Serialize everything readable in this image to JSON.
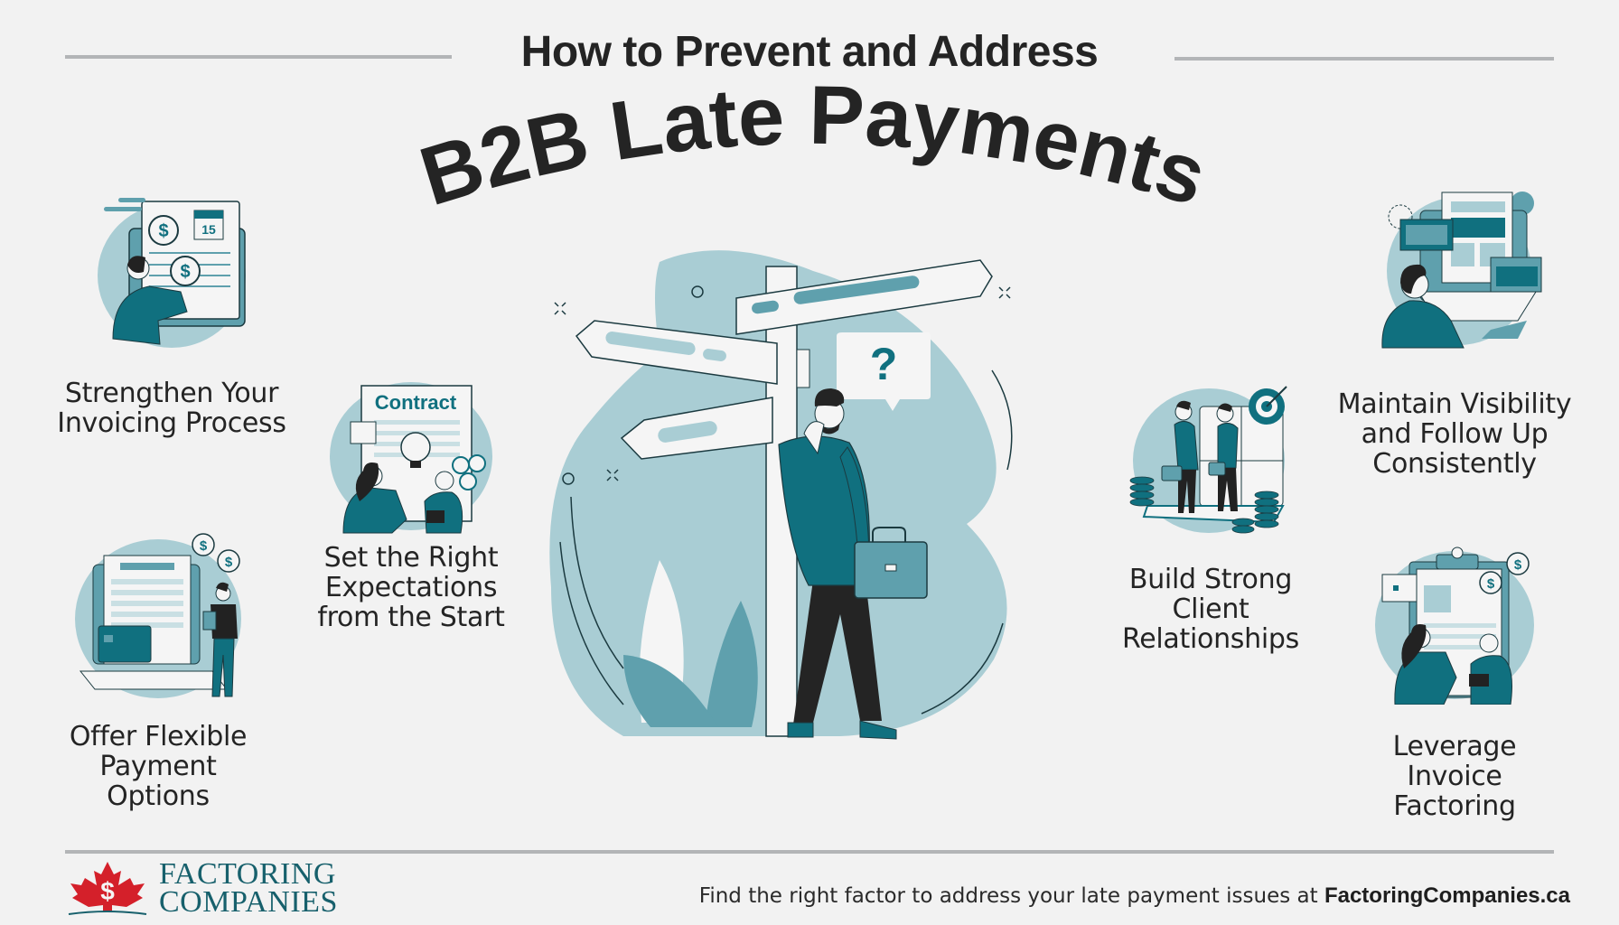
{
  "header": {
    "kicker": "How to Prevent and Address",
    "title": "B2B Late Payments"
  },
  "colors": {
    "background": "#f2f2f2",
    "text": "#242424",
    "teal_dark": "#10707f",
    "teal_mid": "#5fa0ad",
    "teal_light": "#a9cdd4",
    "rule": "#b3b5b7",
    "logo_red": "#d4202a",
    "logo_teal": "#17606c"
  },
  "tips": [
    {
      "id": "invoicing",
      "lines": [
        "Strengthen Your",
        "Invoicing Process"
      ],
      "icon": "invoice-calendar-icon",
      "calendar_day": "15"
    },
    {
      "id": "expectations",
      "lines": [
        "Set the Right",
        "Expectations",
        "from the Start"
      ],
      "icon": "contract-handshake-icon",
      "doc_title": "Contract"
    },
    {
      "id": "flexible",
      "lines": [
        "Offer Flexible",
        "Payment",
        "Options"
      ],
      "icon": "laptop-card-payment-icon"
    },
    {
      "id": "relationships",
      "lines": [
        "Build Strong",
        "Client",
        "Relationships"
      ],
      "icon": "handshake-target-icon"
    },
    {
      "id": "visibility",
      "lines": [
        "Maintain Visibility",
        "and Follow Up",
        "Consistently"
      ],
      "icon": "monitor-dashboard-icon"
    },
    {
      "id": "factoring",
      "lines": [
        "Leverage",
        "Invoice",
        "Factoring"
      ],
      "icon": "clipboard-handshake-icon"
    }
  ],
  "hero": {
    "icon": "signpost-crossroads-icon",
    "question_mark": "?"
  },
  "footer": {
    "logo_line1": "FACTORING",
    "logo_line2": "COMPANIES",
    "logo_icon": "maple-leaf-dollar-icon",
    "cta_text": "Find the right factor to address your late payment issues  at ",
    "cta_site": "FactoringCompanies.ca"
  }
}
